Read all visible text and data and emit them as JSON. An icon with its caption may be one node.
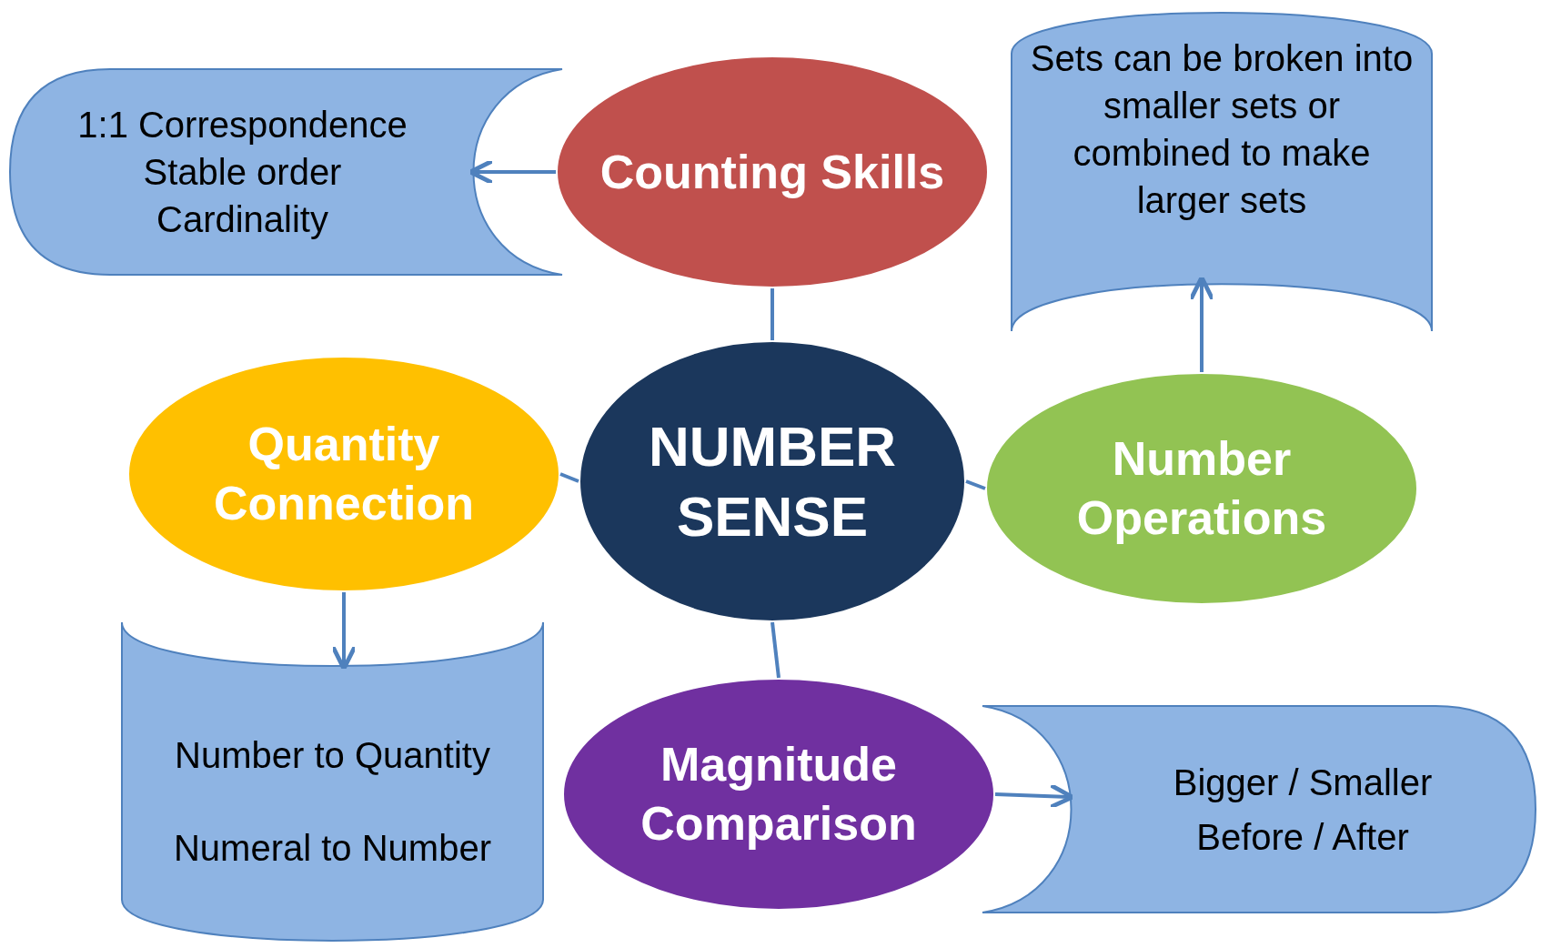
{
  "diagram": {
    "nodes": [
      {
        "text": [
          "NUMBER SENSE"
        ]
      },
      {
        "text": [
          "Counting Skills"
        ]
      },
      {
        "text": [
          "Quantity Connection"
        ]
      },
      {
        "text": [
          "Number Operations"
        ]
      },
      {
        "text": [
          "Magnitude Comparison"
        ]
      },
      {
        "text": [
          "1:1 Correspondence",
          "Stable order",
          "Cardinality"
        ]
      },
      {
        "text": [
          "Sets can be broken into smaller sets or combined to make larger sets"
        ]
      },
      {
        "text": [
          "Number to Quantity",
          "Numeral to Number"
        ]
      },
      {
        "text": [
          "Bigger / Smaller",
          "Before / After"
        ]
      }
    ],
    "edges": [
      {
        "from": 1,
        "to": 5,
        "arrow": "to"
      },
      {
        "from": 0,
        "to": 1,
        "arrow": "none"
      },
      {
        "from": 0,
        "to": 2,
        "arrow": "none"
      },
      {
        "from": 0,
        "to": 3,
        "arrow": "none"
      },
      {
        "from": 0,
        "to": 4,
        "arrow": "none"
      },
      {
        "from": 2,
        "to": 7,
        "arrow": "to"
      },
      {
        "from": 3,
        "to": 6,
        "arrow": "to"
      },
      {
        "from": 4,
        "to": 8,
        "arrow": "to"
      }
    ]
  }
}
